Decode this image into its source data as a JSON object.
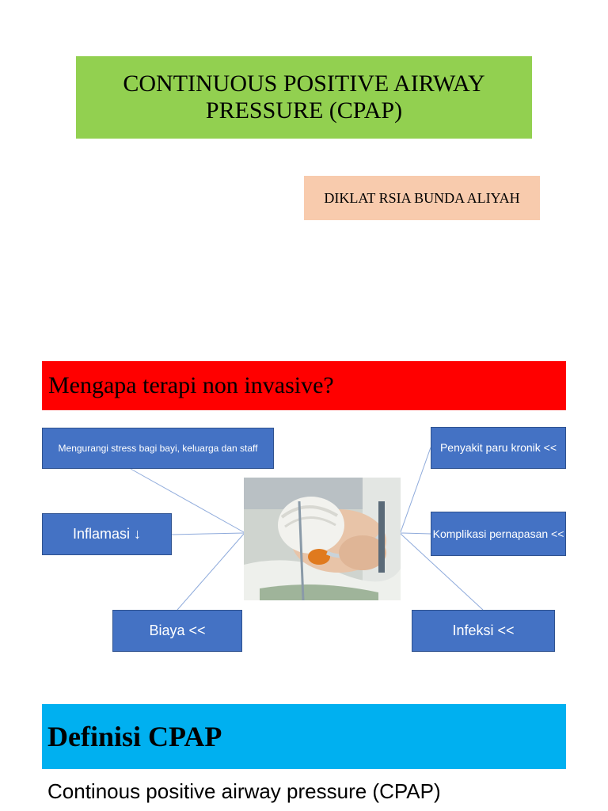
{
  "slide1": {
    "title": "CONTINUOUS POSITIVE AIRWAY PRESSURE (CPAP)",
    "subtitle": "DIKLAT RSIA BUNDA ALIYAH"
  },
  "slide2": {
    "header": "Mengapa terapi non invasive?",
    "nodes": {
      "stress": "Mengurangi stress bagi bayi, keluarga dan staff",
      "chronic_lung": "Penyakit paru kronik <<",
      "inflammation": "Inflamasi ↓",
      "respiratory_complications": "Komplikasi pernapasan <<",
      "cost": "Biaya <<",
      "infection": "Infeksi <<"
    },
    "colors": {
      "node_fill": "#4472c4",
      "header_fill": "#ff0000"
    }
  },
  "slide3": {
    "header": "Definisi CPAP",
    "text": "Continous positive airway pressure (CPAP)"
  },
  "colors": {
    "title_fill": "#92d050",
    "subtitle_fill": "#f8cbad",
    "definition_fill": "#00b0f0"
  }
}
